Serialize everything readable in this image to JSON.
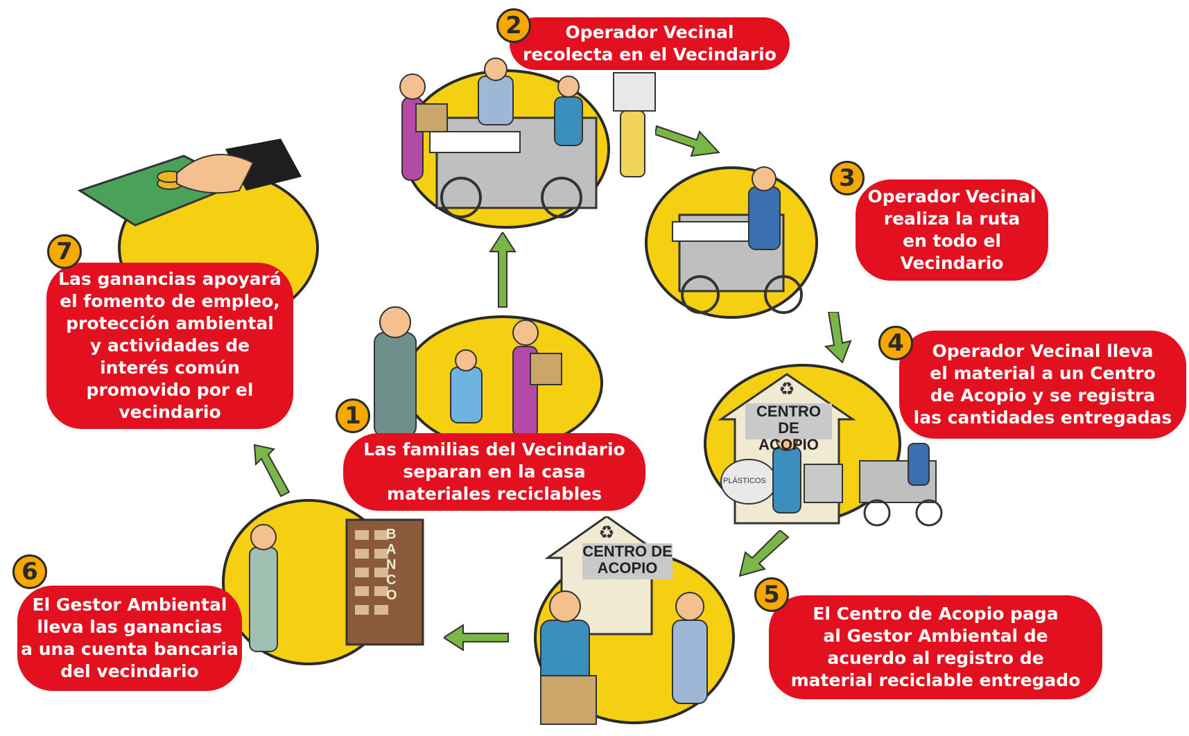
{
  "steps": [
    {
      "number": "1",
      "lines": [
        "Las familias del Vecindario",
        "separan en la casa",
        "materiales reciclables"
      ]
    },
    {
      "number": "2",
      "lines": [
        "Operador Vecinal",
        "recolecta en el Vecindario"
      ]
    },
    {
      "number": "3",
      "lines": [
        "Operador Vecinal",
        "realiza la ruta",
        "en todo el",
        "Vecindario"
      ]
    },
    {
      "number": "4",
      "lines": [
        "Operador Vecinal lleva",
        "el material a un Centro",
        "de Acopio y se registra",
        "las cantidades entregadas"
      ]
    },
    {
      "number": "5",
      "lines": [
        "El Centro de Acopio paga",
        "al Gestor Ambiental de",
        "acuerdo al registro de",
        "material reciclable entregado"
      ]
    },
    {
      "number": "6",
      "lines": [
        "El Gestor Ambiental",
        "lleva las ganancias",
        "a una cuenta bancaria",
        "del vecindario"
      ]
    },
    {
      "number": "7",
      "lines": [
        "Las ganancias apoyará",
        "el fomento de empleo,",
        "protección ambiental",
        "y actividades de",
        "interés común",
        "promovido por el",
        "vecindario"
      ]
    }
  ],
  "signs": {
    "acopio_top": [
      "CENTRO DE",
      "ACOPIO"
    ],
    "acopio_bottom": [
      "CENTRO DE",
      "ACOPIO"
    ],
    "banco": "BANCO",
    "plastico": "PLÁSTICOS"
  },
  "colors": {
    "bubble": "#e3101f",
    "circle": "#f5cf12",
    "badge": "#f6a800",
    "arrow": "#7ab648"
  },
  "icons": [
    "recycle-icon",
    "arrow-icon",
    "money-icon",
    "bank-icon",
    "tricycle-icon",
    "person-icon"
  ]
}
